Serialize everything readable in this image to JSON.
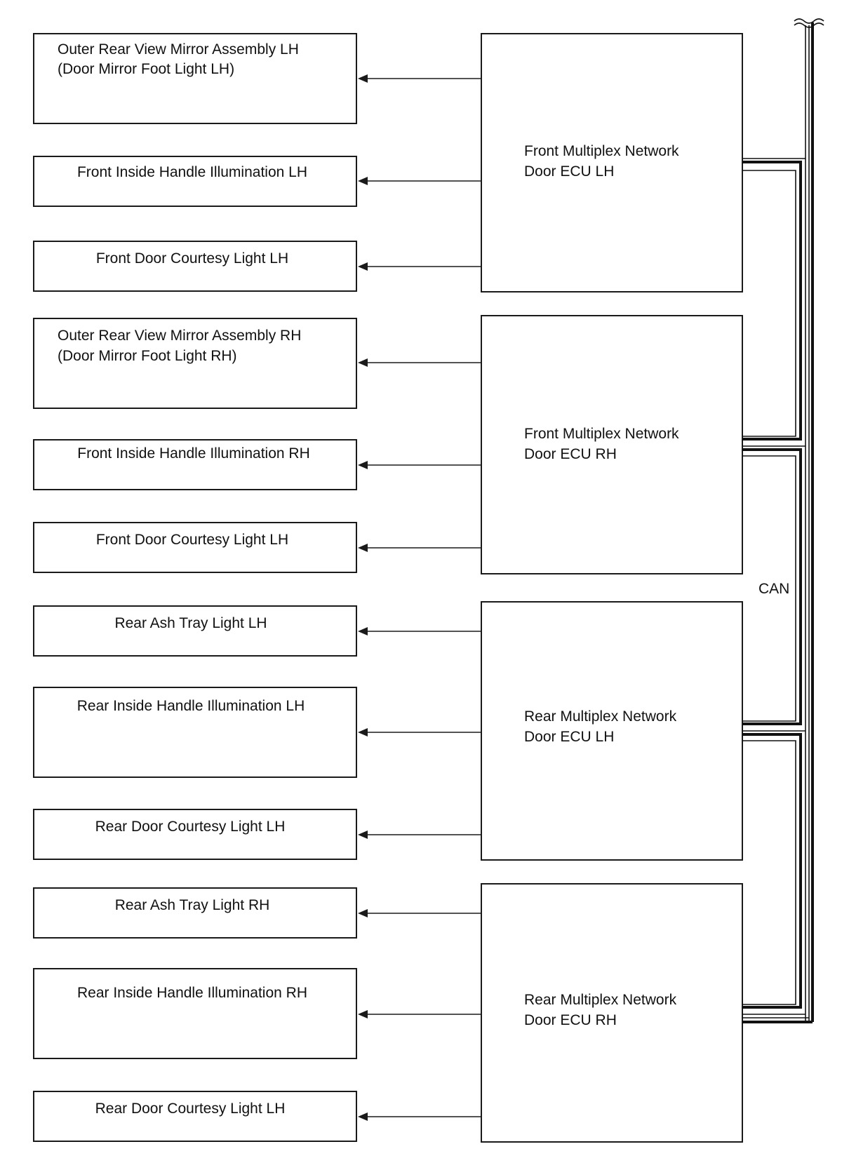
{
  "diagram": {
    "bus_label": "CAN",
    "ecus": [
      {
        "line1": "Front Multiplex Network",
        "line2": "Door ECU LH"
      },
      {
        "line1": "Front Multiplex Network",
        "line2": "Door ECU RH"
      },
      {
        "line1": "Rear Multiplex Network",
        "line2": "Door ECU LH"
      },
      {
        "line1": "Rear Multiplex Network",
        "line2": "Door ECU RH"
      }
    ],
    "loads": [
      {
        "line1": "Outer Rear View Mirror Assembly LH",
        "line2": "(Door Mirror Foot Light LH)"
      },
      {
        "line1": "Front Inside Handle Illumination LH",
        "line2": ""
      },
      {
        "line1": "Front Door Courtesy Light LH",
        "line2": ""
      },
      {
        "line1": "Outer Rear View Mirror Assembly RH",
        "line2": "(Door Mirror Foot Light RH)"
      },
      {
        "line1": "Front Inside Handle Illumination RH",
        "line2": ""
      },
      {
        "line1": "Front Door Courtesy Light LH",
        "line2": ""
      },
      {
        "line1": "Rear Ash Tray Light LH",
        "line2": ""
      },
      {
        "line1": "Rear Inside Handle Illumination LH",
        "line2": ""
      },
      {
        "line1": "Rear Door Courtesy Light LH",
        "line2": ""
      },
      {
        "line1": "Rear Ash Tray Light RH",
        "line2": ""
      },
      {
        "line1": "Rear Inside Handle Illumination RH",
        "line2": ""
      },
      {
        "line1": "Rear Door Courtesy Light LH",
        "line2": ""
      }
    ]
  }
}
